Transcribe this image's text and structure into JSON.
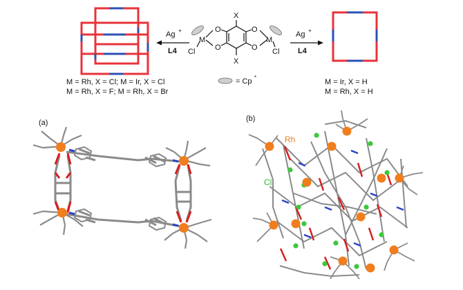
{
  "scheme": {
    "left_arrow": {
      "reagent_top": "Ag",
      "reagent_top_sup": "+",
      "reagent_bottom": "L4"
    },
    "right_arrow": {
      "reagent_top": "Ag",
      "reagent_top_sup": "+",
      "reagent_bottom": "L4"
    },
    "complex": {
      "x_top": "X",
      "x_bottom": "X",
      "o_labels": [
        "O",
        "O",
        "O",
        "O"
      ],
      "metal_left": "M",
      "metal_right": "M",
      "cl_left": "Cl",
      "cl_right": "Cl"
    },
    "cp_legend": {
      "text": "= Cp",
      "sup": "*"
    },
    "left_caption": [
      "M = Rh, X = Cl; M = Ir, X = Cl",
      "M = Rh, X = F; M = Rh, X = Br"
    ],
    "right_caption": [
      "M = Ir, X = H",
      "M = Rh, X = H"
    ]
  },
  "panels": {
    "a": {
      "label": "(a)"
    },
    "b": {
      "label": "(b)",
      "rh_label": "Rh",
      "cl_label": "Cl"
    }
  },
  "colors": {
    "frame_red": "#e8323a",
    "frame_blue": "#2d4fb3",
    "metal_orange": "#f07e1e",
    "chlorine_green": "#3cc83c",
    "bond_grey": "#8c8c8c",
    "oxygen_red": "#d62020",
    "nitrogen_blue": "#2a43c8"
  }
}
